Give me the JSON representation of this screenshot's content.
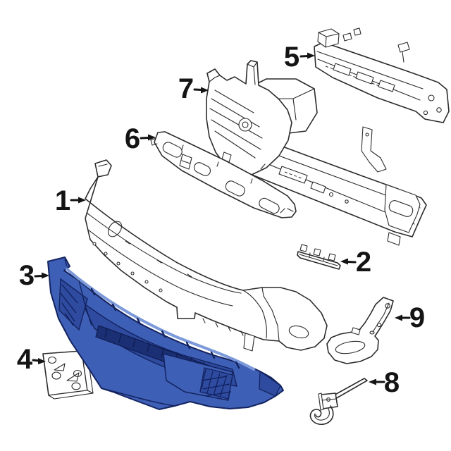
{
  "diagram": {
    "background_color": "#ffffff",
    "line_color": "#2b2b2b",
    "label_color": "#141414",
    "highlight_fill": "#3e5fb6",
    "highlight_shade": "#2e4ba0",
    "highlight_dark": "#1b2f74",
    "highlight_outline": "#13235f",
    "highlight_light": "#7c99d9",
    "highlighted_callout": "3",
    "callouts": [
      {
        "text": "1"
      },
      {
        "text": "2"
      },
      {
        "text": "3"
      },
      {
        "text": "4"
      },
      {
        "text": "5"
      },
      {
        "text": "6"
      },
      {
        "text": "7"
      },
      {
        "text": "8"
      },
      {
        "text": "9"
      }
    ]
  }
}
